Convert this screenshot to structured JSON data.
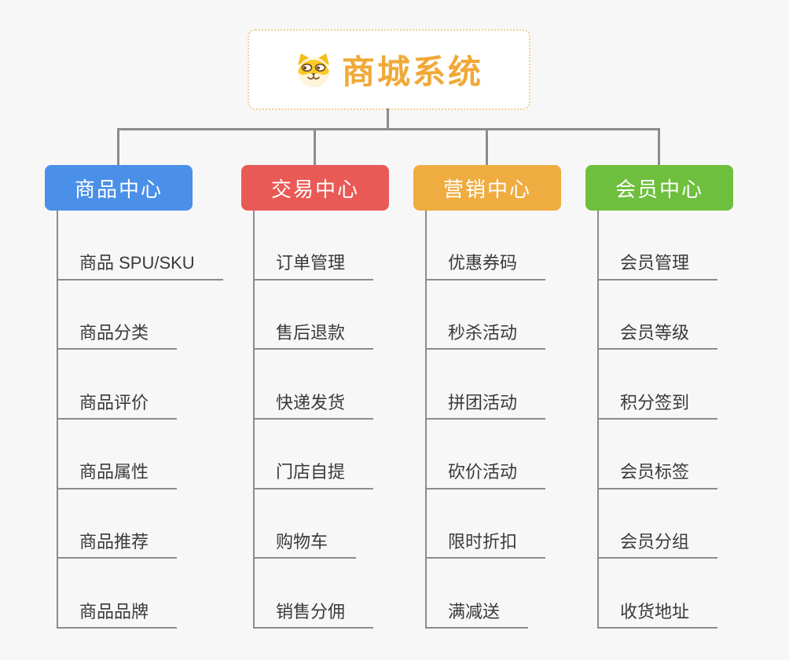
{
  "root": {
    "title": "商城系统",
    "icon": "dog-face-icon",
    "text_color": "#f0a938",
    "border_color": "#f2cd92"
  },
  "branches": [
    {
      "label": "商品中心",
      "color": "#4b90e8",
      "children": [
        "商品 SPU/SKU",
        "商品分类",
        "商品评价",
        "商品属性",
        "商品推荐",
        "商品品牌"
      ]
    },
    {
      "label": "交易中心",
      "color": "#e95a56",
      "children": [
        "订单管理",
        "售后退款",
        "快递发货",
        "门店自提",
        "购物车",
        "销售分佣"
      ]
    },
    {
      "label": "营销中心",
      "color": "#efac41",
      "children": [
        "优惠券码",
        "秒杀活动",
        "拼团活动",
        "砍价活动",
        "限时折扣",
        "满减送"
      ]
    },
    {
      "label": "会员中心",
      "color": "#6fbf3e",
      "children": [
        "会员管理",
        "会员等级",
        "积分签到",
        "会员标签",
        "会员分组",
        "收货地址"
      ]
    }
  ],
  "palette": {
    "background": "#f7f7f7",
    "line": "#8c8c8c",
    "leaf_text": "#3a3a3a"
  }
}
